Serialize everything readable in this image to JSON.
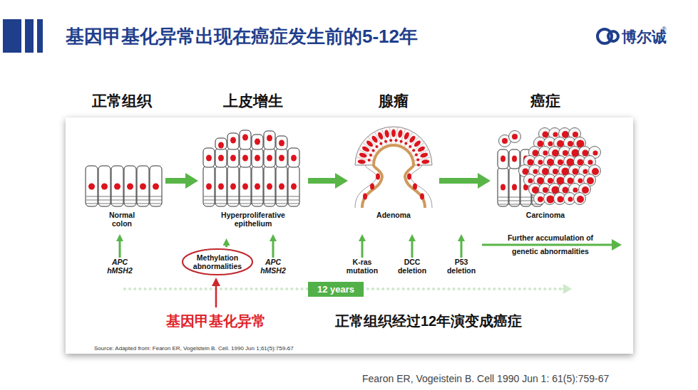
{
  "diagram": {
    "title": "基因甲基化异常出现在癌症发生前的5-12年",
    "nodes": [
      {
        "text": [
          "正常组织",
          "Normal colon"
        ]
      },
      {
        "text": [
          "上皮增生",
          "Hyperproliferative epithelium"
        ]
      },
      {
        "text": [
          "腺瘤",
          "Adenoma"
        ]
      },
      {
        "text": [
          "癌症",
          "Carcinoma"
        ]
      },
      {
        "text": [
          "Methylation abnormalities"
        ]
      },
      {
        "text": [
          "12 years"
        ]
      }
    ],
    "edges": [
      {
        "from": 0,
        "to": 1,
        "arrow": "to"
      },
      {
        "from": 1,
        "to": 2,
        "arrow": "to"
      },
      {
        "from": 2,
        "to": 3,
        "arrow": "to"
      },
      {
        "from": 4,
        "to": 1,
        "arrow": "to"
      }
    ],
    "labels": [
      "APC hMSH2",
      "APC hMSH2",
      "K-ras mutation",
      "DCC deletion",
      "P53 deletion",
      "Further accumulation of genetic abnormalities",
      "基因甲基化异常",
      "正常组织经过12年演变成癌症",
      "Source: Adapted from: Fearon ER, Vogelstein B. Cell. 1990 Jun 1;61(5):759-67",
      "Fearon ER, Vogeistein B. Cell 1990 Jun 1: 61(5):759-67",
      "博尔诚",
      "®"
    ]
  }
}
